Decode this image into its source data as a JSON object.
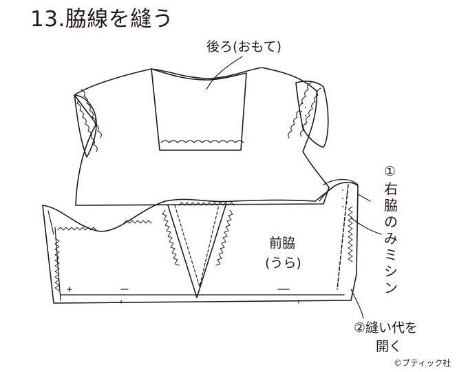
{
  "title": "13.脇線を縫う",
  "labels": {
    "back": "後ろ(おもて)",
    "front_line1": "前脇",
    "front_line2": "(うら)",
    "step1_num": "①",
    "step1_text": "右脇のみミシン",
    "step2_line1": "②縫い代を",
    "step2_line2": "開く"
  },
  "copyright": "©ブティック社",
  "colors": {
    "line": "#231815",
    "background": "#ffffff"
  }
}
